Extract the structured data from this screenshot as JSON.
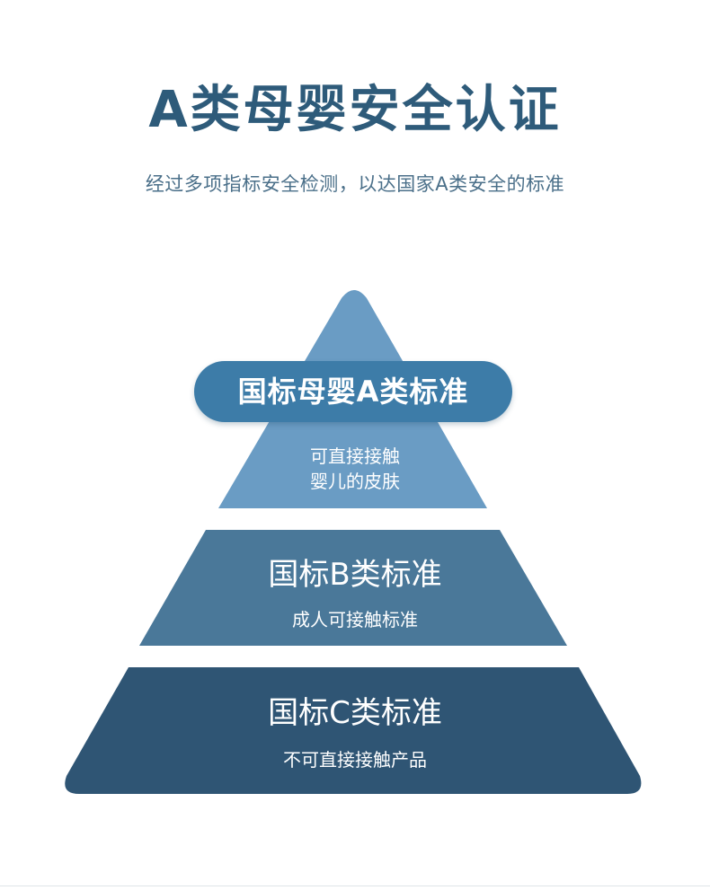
{
  "header": {
    "title": "A类母婴安全认证",
    "subtitle": "经过多项指标安全检测，以达国家A类安全的标准"
  },
  "pyramid": {
    "top": {
      "label": "国标母婴A类标准",
      "desc_line1": "可直接接触",
      "desc_line2": "婴儿的皮肤",
      "color": "#6a9cc4",
      "pill_color": "#3d7ca8"
    },
    "middle": {
      "label": "国标B类标准",
      "desc": "成人可接触标准",
      "color": "#4a7899"
    },
    "bottom": {
      "label": "国标C类标准",
      "desc": "不可直接接触产品",
      "color": "#2f5574"
    }
  }
}
